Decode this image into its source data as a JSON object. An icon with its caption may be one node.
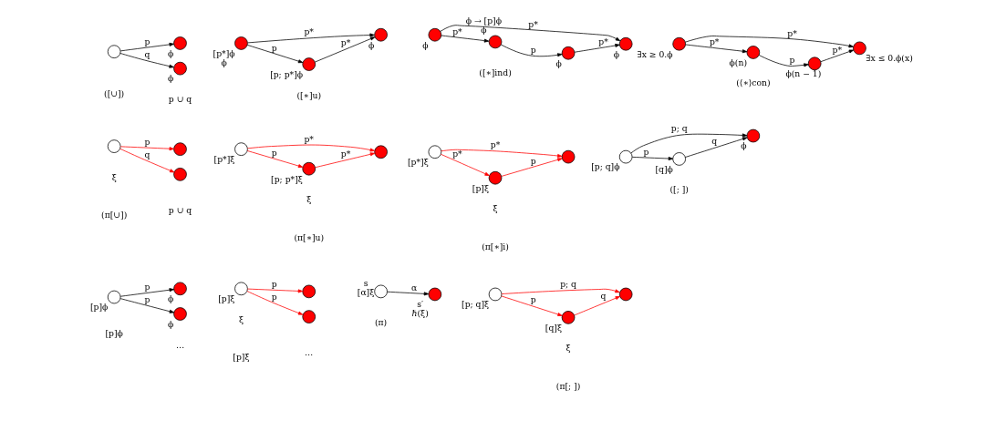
{
  "diagram": {
    "nodes": [
      {
        "text": [],
        "shape": "circle",
        "beside": [
          "[p]ϕ"
        ]
      },
      {
        "text": [],
        "shape": "circle",
        "beside": [
          "ϕ"
        ]
      },
      {
        "text": [],
        "shape": "circle",
        "beside": [
          "ϕ"
        ]
      },
      {
        "text": [],
        "shape": "circle",
        "beside": [
          "[p]ξ"
        ]
      },
      {
        "text": [],
        "shape": "circle"
      },
      {
        "text": [],
        "shape": "circle"
      },
      {
        "text": [],
        "shape": "circle",
        "beside": [
          "s",
          "[α]ξ"
        ]
      },
      {
        "text": [],
        "shape": "circle",
        "beside": [
          "s′",
          "ℏ(ξ)"
        ]
      },
      {
        "text": [],
        "shape": "circle",
        "beside": [
          "[p; q]ξ"
        ]
      },
      {
        "text": [],
        "shape": "circle",
        "beside": [
          "[q]ξ"
        ]
      },
      {
        "text": [],
        "shape": "circle"
      },
      {
        "text": [],
        "shape": "circle"
      },
      {
        "text": [],
        "shape": "circle"
      },
      {
        "text": [],
        "shape": "circle"
      },
      {
        "text": [],
        "shape": "circle",
        "beside": [
          "[p*]ξ"
        ]
      },
      {
        "text": [],
        "shape": "circle",
        "beside": [
          "[p; p*]ξ"
        ]
      },
      {
        "text": [],
        "shape": "circle"
      },
      {
        "text": [],
        "shape": "circle",
        "beside": [
          "[p*]ξ"
        ]
      },
      {
        "text": [],
        "shape": "circle",
        "beside": [
          "[p]ξ"
        ]
      },
      {
        "text": [],
        "shape": "circle"
      },
      {
        "text": [],
        "shape": "circle",
        "beside": [
          "[p; q]ϕ"
        ]
      },
      {
        "text": [],
        "shape": "circle",
        "beside": [
          "[q]ϕ"
        ]
      },
      {
        "text": [],
        "shape": "circle",
        "beside": [
          "ϕ"
        ]
      },
      {
        "text": [],
        "shape": "circle"
      },
      {
        "text": [],
        "shape": "circle",
        "beside": [
          "ϕ"
        ]
      },
      {
        "text": [],
        "shape": "circle",
        "beside": [
          "ϕ"
        ]
      },
      {
        "text": [],
        "shape": "circle",
        "beside": [
          "[p*]ϕ",
          "ϕ"
        ]
      },
      {
        "text": [],
        "shape": "circle",
        "beside": [
          "[p; p*]ϕ"
        ]
      },
      {
        "text": [],
        "shape": "circle",
        "beside": [
          "ϕ"
        ]
      },
      {
        "text": [],
        "shape": "circle",
        "beside": [
          "ϕ"
        ]
      },
      {
        "text": [],
        "shape": "circle",
        "beside": [
          "ϕ → [p]ϕ",
          "ϕ"
        ]
      },
      {
        "text": [],
        "shape": "circle",
        "beside": [
          "ϕ"
        ]
      },
      {
        "text": [],
        "shape": "circle",
        "beside": [
          "ϕ"
        ]
      },
      {
        "text": [],
        "shape": "circle",
        "beside": [
          "∃x ≥ 0.ϕ"
        ]
      },
      {
        "text": [],
        "shape": "circle",
        "beside": [
          "ϕ(n)"
        ]
      },
      {
        "text": [],
        "shape": "circle",
        "beside": [
          "ϕ(n − 1)"
        ]
      },
      {
        "text": [],
        "shape": "circle",
        "beside": [
          "∃x ≤ 0.ϕ(x)"
        ]
      }
    ],
    "edges": [
      {
        "from": 0,
        "to": 1,
        "arrow": "to",
        "label": "p"
      },
      {
        "from": 0,
        "to": 2,
        "arrow": "to",
        "label": "p"
      },
      {
        "from": 3,
        "to": 4,
        "arrow": "to",
        "label": "p",
        "color": "#ff0000"
      },
      {
        "from": 3,
        "to": 5,
        "arrow": "to",
        "label": "p",
        "color": "#ff0000"
      },
      {
        "from": 6,
        "to": 7,
        "arrow": "to",
        "label": "α"
      },
      {
        "from": 8,
        "to": 10,
        "arrow": "to",
        "label": "p; q",
        "color": "#ff0000"
      },
      {
        "from": 8,
        "to": 9,
        "arrow": "to",
        "label": "p",
        "color": "#ff0000"
      },
      {
        "from": 9,
        "to": 10,
        "arrow": "to",
        "label": "q",
        "color": "#ff0000"
      },
      {
        "from": 11,
        "to": 12,
        "arrow": "to",
        "label": "q",
        "color": "#ff0000"
      },
      {
        "from": 11,
        "to": 13,
        "arrow": "to",
        "label": "p",
        "color": "#ff0000"
      },
      {
        "from": 14,
        "to": 16,
        "arrow": "to",
        "label": "p*",
        "color": "#ff0000"
      },
      {
        "from": 14,
        "to": 15,
        "arrow": "to",
        "label": "p",
        "color": "#ff0000"
      },
      {
        "from": 15,
        "to": 16,
        "arrow": "to",
        "label": "p*",
        "color": "#ff0000"
      },
      {
        "from": 17,
        "to": 19,
        "arrow": "to",
        "label": "p*",
        "color": "#ff0000"
      },
      {
        "from": 17,
        "to": 18,
        "arrow": "to",
        "label": "p*",
        "color": "#ff0000"
      },
      {
        "from": 18,
        "to": 19,
        "arrow": "to",
        "label": "p",
        "color": "#ff0000"
      },
      {
        "from": 20,
        "to": 22,
        "arrow": "to",
        "label": "p; q"
      },
      {
        "from": 20,
        "to": 21,
        "arrow": "to",
        "label": "p"
      },
      {
        "from": 21,
        "to": 22,
        "arrow": "to",
        "label": "q"
      },
      {
        "from": 23,
        "to": 24,
        "arrow": "to",
        "label": "q"
      },
      {
        "from": 23,
        "to": 25,
        "arrow": "to",
        "label": "p"
      },
      {
        "from": 26,
        "to": 28,
        "arrow": "to",
        "label": "p*"
      },
      {
        "from": 26,
        "to": 27,
        "arrow": "to",
        "label": "p"
      },
      {
        "from": 27,
        "to": 28,
        "arrow": "to",
        "label": "p*"
      },
      {
        "from": 29,
        "to": 32,
        "arrow": "to",
        "label": "p*"
      },
      {
        "from": 29,
        "to": 30,
        "arrow": "to",
        "label": "p*"
      },
      {
        "from": 30,
        "to": 31,
        "arrow": "to",
        "label": "p"
      },
      {
        "from": 31,
        "to": 32,
        "arrow": "to",
        "label": "p*"
      },
      {
        "from": 33,
        "to": 36,
        "arrow": "to",
        "label": "p*"
      },
      {
        "from": 33,
        "to": 34,
        "arrow": "to",
        "label": "p*"
      },
      {
        "from": 34,
        "to": 35,
        "arrow": "to",
        "label": "p"
      },
      {
        "from": 35,
        "to": 36,
        "arrow": "to",
        "label": "p*"
      }
    ],
    "labels": [
      "…",
      "[p]ϕ",
      "…",
      "ξ",
      "[p]ξ",
      "(π)",
      "ξ",
      "(π[; ])",
      "ξ",
      "p ∪ q",
      "(π[∪])",
      "ξ",
      "(π[∗]u)",
      "ξ",
      "(π[∗]i)",
      "([; ])",
      "p ∪ q",
      "([∪])",
      "([∗]u)",
      "([∗]ind)",
      "(⟨∗⟩con)"
    ]
  }
}
